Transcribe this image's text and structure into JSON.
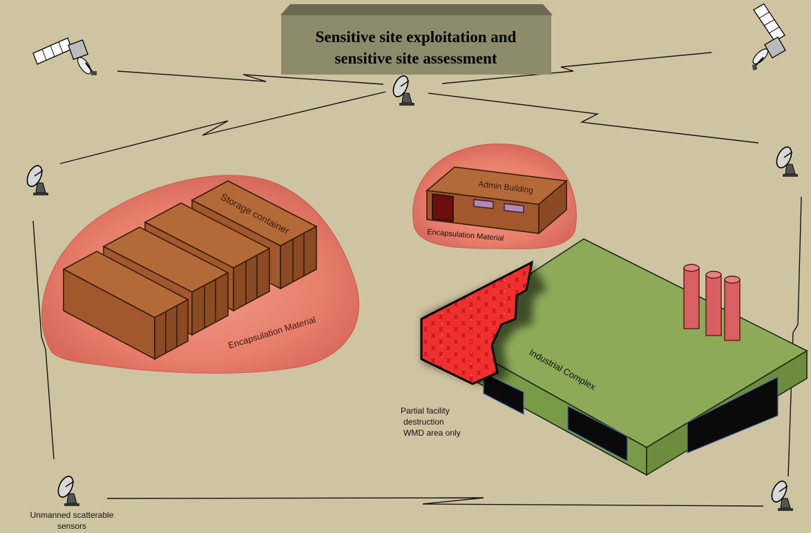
{
  "title": {
    "line1": "Sensitive site exploitation and",
    "line2": "sensitive site assessment"
  },
  "labels": {
    "storage_container": "Storage container",
    "encapsulation_left": "Encapsulation Material",
    "admin_building": "Admin Building",
    "encapsulation_admin": "Encapsulation Material",
    "industrial_complex": "Industrial Complex",
    "partial_line1": "Partial facility",
    "partial_line2": "destruction",
    "partial_line3": "WMD area only",
    "sensors_line1": "Unmanned scatterable",
    "sensors_line2": "sensors"
  },
  "icons": [
    "satellite-icon",
    "satellite-dish-icon"
  ],
  "colors": {
    "background": "#cfc4a2",
    "title_box": "#8e8a6c",
    "encapsulation": "#e8806e",
    "container": "#a0582c",
    "industrial_roof": "#8caa58",
    "destruction": "#e02828"
  }
}
